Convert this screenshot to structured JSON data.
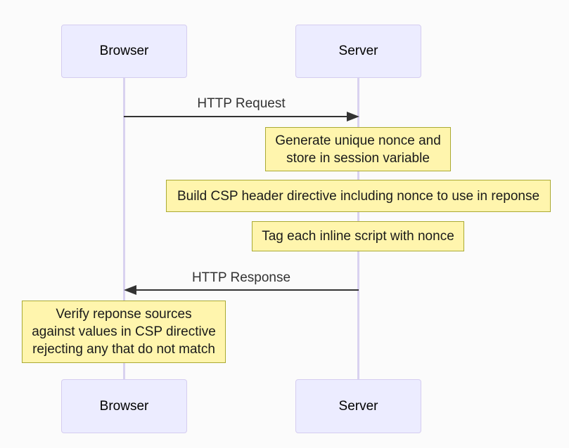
{
  "diagram_type": "sequence",
  "actors": [
    {
      "id": "browser",
      "label": "Browser"
    },
    {
      "id": "server",
      "label": "Server"
    }
  ],
  "messages": [
    {
      "from": "browser",
      "to": "server",
      "label": "HTTP Request",
      "direction": "right",
      "style": "solid"
    },
    {
      "from": "server",
      "to": "browser",
      "label": "HTTP Response",
      "direction": "left",
      "style": "solid"
    }
  ],
  "notes": [
    {
      "over": "server",
      "text": "Generate unique nonce and\nstore in session variable"
    },
    {
      "over": "server",
      "text": "Build CSP header directive including nonce to use in reponse"
    },
    {
      "over": "server",
      "text": "Tag each inline script with nonce"
    },
    {
      "over": "browser",
      "text": "Verify reponse sources\nagainst values in CSP directive\nrejecting any that do not match"
    }
  ],
  "colors": {
    "background": "#fbfbfb",
    "actor_fill": "#ececff",
    "actor_border": "#d5cdf0",
    "actor_text": "#000000",
    "lifeline": "#d9d2f0",
    "note_fill": "#fff5ad",
    "note_border": "#aaaa33",
    "note_text": "#1a1a1a",
    "arrow": "#333333",
    "message_text": "#333333"
  }
}
